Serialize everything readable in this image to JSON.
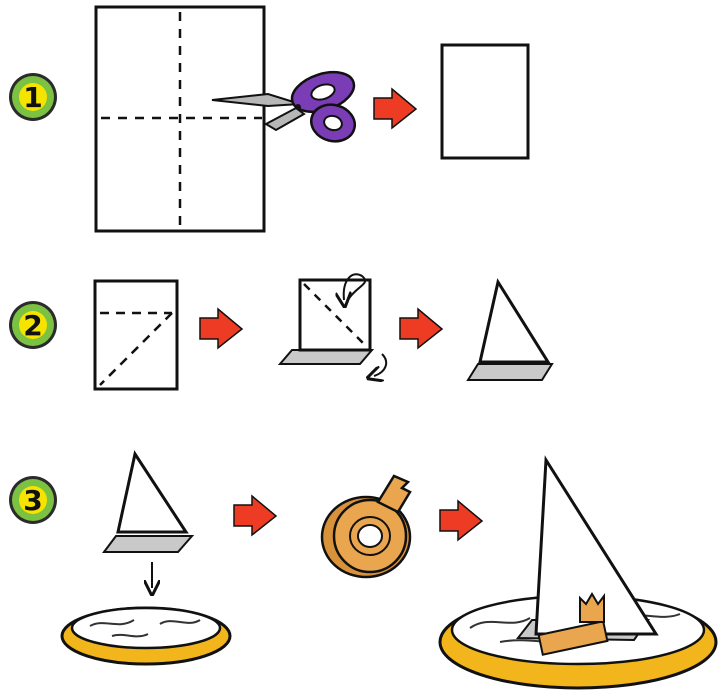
{
  "steps": [
    {
      "number": "1"
    },
    {
      "number": "2"
    },
    {
      "number": "3"
    }
  ],
  "colors": {
    "badge_outer": "#2b2b2b",
    "badge_ring": "#7cc242",
    "badge_center": "#f5e400",
    "arrow": "#ee3b23",
    "scissors_handle": "#7a3db5",
    "blade": "#b7b7b7",
    "tape": "#e9a64e",
    "tape_inner": "#ffffff",
    "lid_rim": "#f2b51b",
    "lid_inner": "#ffffff",
    "shadow": "#c9c9c9",
    "ink": "#111111"
  },
  "icons": [
    "scissors-icon",
    "arrow-right-icon",
    "tape-roll-icon",
    "jar-lid-icon",
    "paper-sail-icon",
    "boat-icon"
  ]
}
